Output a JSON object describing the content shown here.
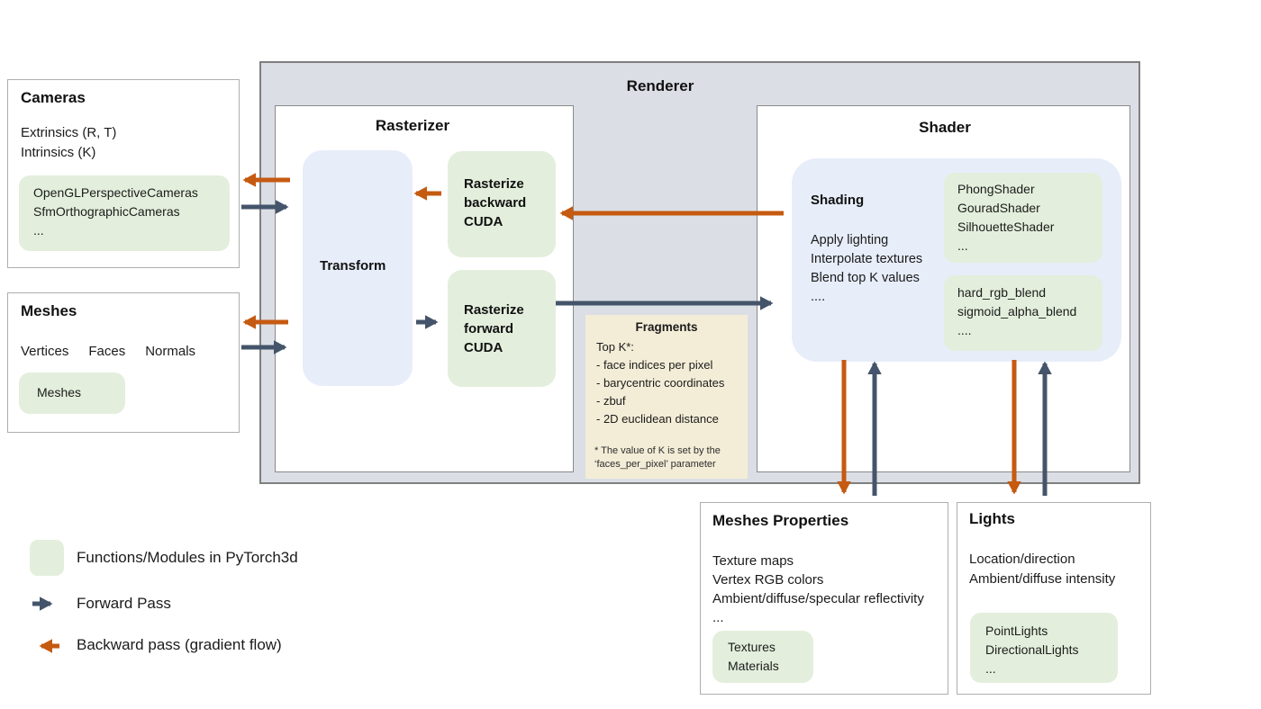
{
  "colors": {
    "forward_pass": "#44546A",
    "backward_pass": "#C55A11",
    "module_green": "#E3EFDC",
    "panel_blue": "#E7EDF9",
    "renderer_gray": "#DBDEE5",
    "fragments_tan": "#F3EDD7"
  },
  "cameras": {
    "title": "Cameras",
    "lines": [
      "Extrinsics (R, T)",
      "Intrinsics (K)"
    ],
    "module_lines": [
      "OpenGLPerspectiveCameras",
      "SfmOrthographicCameras",
      "..."
    ]
  },
  "meshes": {
    "title": "Meshes",
    "attrs": [
      "Vertices",
      "Faces",
      "Normals"
    ],
    "module_lines": [
      "Meshes"
    ]
  },
  "renderer": {
    "title": "Renderer",
    "rasterizer": {
      "title": "Rasterizer",
      "transform_label": "Transform",
      "backward_label": "Rasterize backward CUDA",
      "forward_label": "Rasterize forward CUDA"
    },
    "fragments": {
      "title": "Fragments",
      "lines": [
        "Top K*:",
        "- face indices per pixel",
        "- barycentric coordinates",
        "- zbuf",
        "- 2D euclidean distance"
      ],
      "footnote": "* The value of K is set by the ‘faces_per_pixel’ parameter"
    },
    "shader": {
      "title": "Shader",
      "shading_title": "Shading",
      "shading_lines": [
        "Apply lighting",
        "Interpolate textures",
        "Blend top K values",
        "...."
      ],
      "shader_module_lines": [
        "PhongShader",
        "GouradShader",
        "SilhouetteShader",
        "..."
      ],
      "blend_module_lines": [
        "hard_rgb_blend",
        "sigmoid_alpha_blend",
        "...."
      ]
    }
  },
  "meshes_properties": {
    "title": "Meshes Properties",
    "lines": [
      "Texture maps",
      "Vertex RGB colors",
      "Ambient/diffuse/specular reflectivity",
      "..."
    ],
    "module_lines": [
      "Textures",
      "Materials"
    ]
  },
  "lights": {
    "title": "Lights",
    "lines": [
      "Location/direction",
      "Ambient/diffuse intensity"
    ],
    "module_lines": [
      "PointLights",
      "DirectionalLights",
      "..."
    ]
  },
  "legend": {
    "module_label": "Functions/Modules in PyTorch3d",
    "forward_label": "Forward Pass",
    "backward_label": "Backward pass (gradient flow)"
  }
}
